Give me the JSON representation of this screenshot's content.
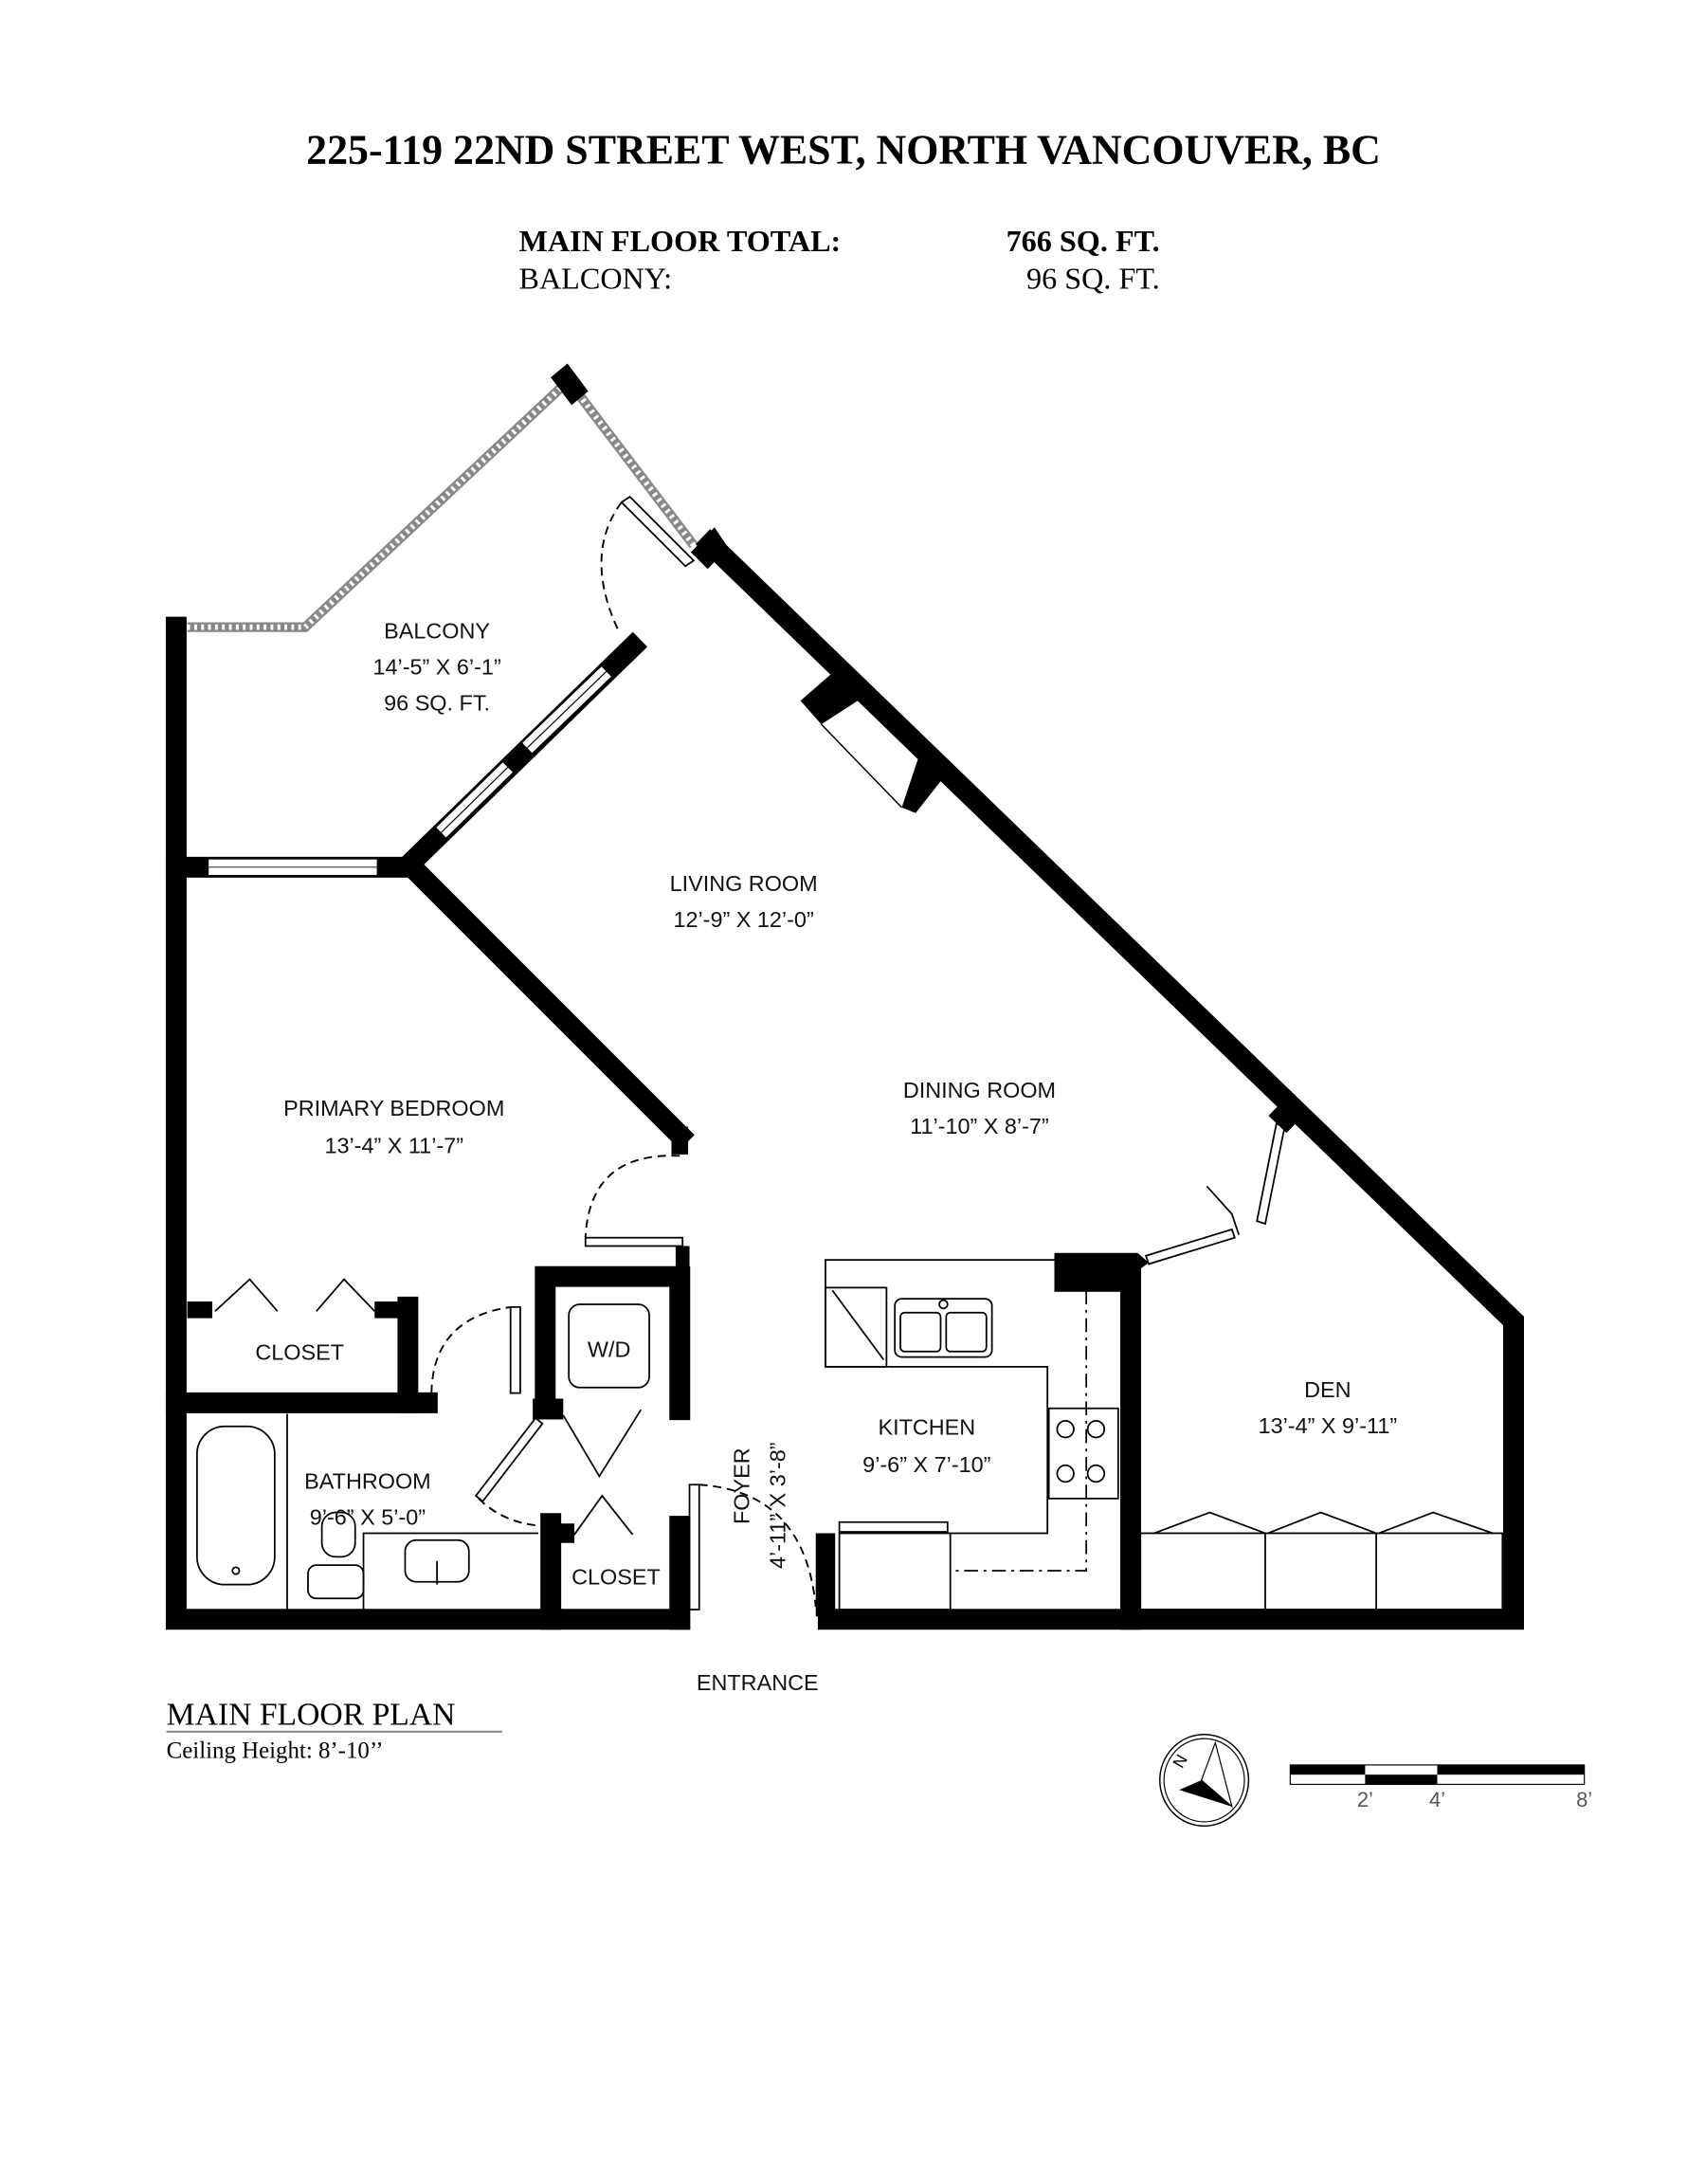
{
  "header": {
    "title": "225-119 22ND STREET WEST, NORTH VANCOUVER, BC",
    "main_floor_total_label": "MAIN FLOOR TOTAL:",
    "main_floor_total_value": "766 SQ. FT.",
    "balcony_label": "BALCONY:",
    "balcony_value": "96 SQ. FT."
  },
  "rooms": {
    "balcony": {
      "name": "BALCONY",
      "dims": "14’-5” X 6’-1”",
      "area": "96 SQ. FT."
    },
    "living": {
      "name": "LIVING ROOM",
      "dims": "12’-9” X 12’-0”"
    },
    "dining": {
      "name": "DINING ROOM",
      "dims": "11’-10” X 8’-7”"
    },
    "bedroom": {
      "name": "PRIMARY BEDROOM",
      "dims": "13’-4” X 11’-7”"
    },
    "closet1": {
      "name": "CLOSET"
    },
    "wd": {
      "name": "W/D"
    },
    "bathroom": {
      "name": "BATHROOM",
      "dims": "9’-6” X 5’-0”"
    },
    "closet2": {
      "name": "CLOSET"
    },
    "foyer": {
      "name": "FOYER",
      "dims": "4’-11” X 3’-8”"
    },
    "kitchen": {
      "name": "KITCHEN",
      "dims": "9’-6” X 7’-10”"
    },
    "den": {
      "name": "DEN",
      "dims": "13’-4” X 9’-11”"
    }
  },
  "entrance_label": "ENTRANCE",
  "footer": {
    "plan_title": "MAIN FLOOR PLAN",
    "ceiling_height": "Ceiling Height: 8’-10’’"
  },
  "compass": {
    "letter": "N"
  },
  "scale_bar": {
    "labels": [
      "2’",
      "4’",
      "8’"
    ]
  }
}
